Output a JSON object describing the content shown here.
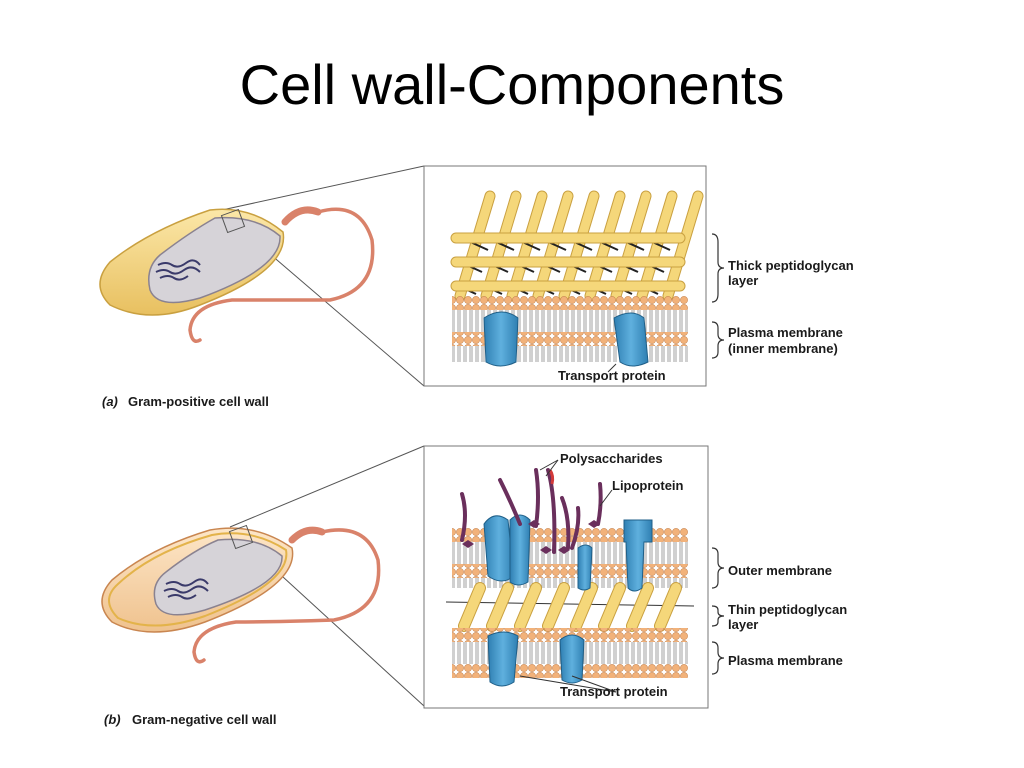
{
  "slide": {
    "title": "Cell wall-Components"
  },
  "panel_a": {
    "caption_letter": "(a)",
    "caption_text": "Gram-positive cell wall",
    "labels": {
      "thick_peptidoglycan_line1": "Thick peptidoglycan",
      "thick_peptidoglycan_line2": "layer",
      "plasma_membrane_line1": "Plasma membrane",
      "plasma_membrane_line2": "(inner membrane)",
      "transport_protein": "Transport protein"
    }
  },
  "panel_b": {
    "caption_letter": "(b)",
    "caption_text": "Gram-negative cell wall",
    "labels": {
      "polysaccharides": "Polysaccharides",
      "lipoprotein": "Lipoprotein",
      "outer_membrane": "Outer membrane",
      "thin_peptidoglycan_line1": "Thin peptidoglycan",
      "thin_peptidoglycan_line2": "layer",
      "plasma_membrane": "Plasma membrane",
      "transport_protein": "Transport protein"
    }
  },
  "colors": {
    "peptidoglycan": "#f5d77a",
    "lipid_head": "#f2b27a",
    "protein": "#3f96c8",
    "polysaccharide": "#7a3a6a",
    "flagellum": "#d9826a",
    "cell_body": "#f6dc8a"
  }
}
